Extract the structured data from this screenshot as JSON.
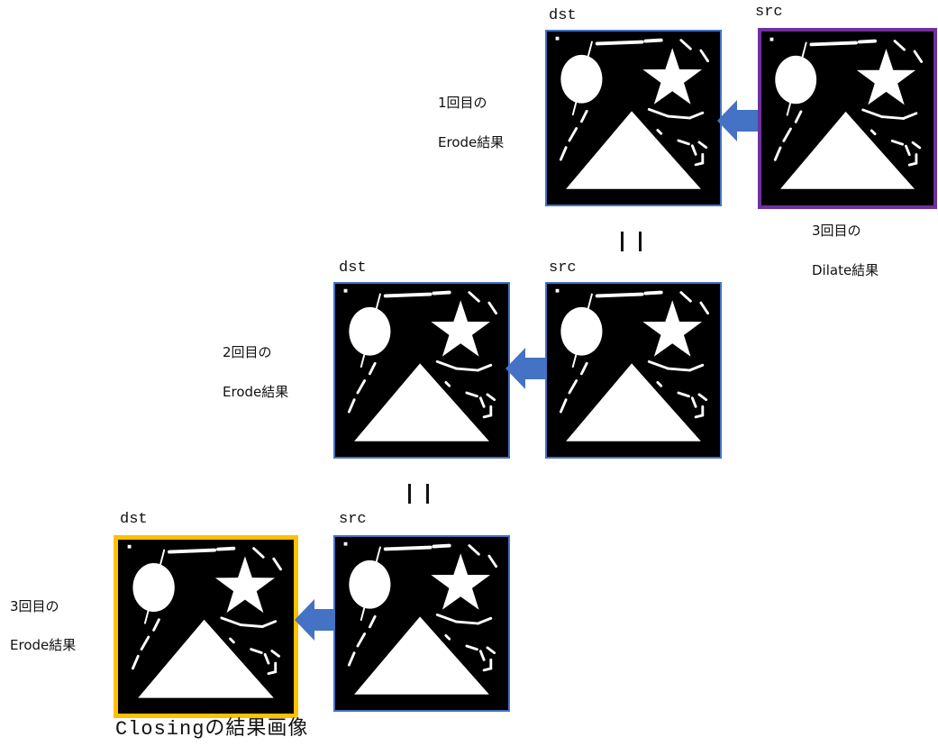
{
  "labels": {
    "dst": "dst",
    "src": "src",
    "erode_1_line1": "1回目の",
    "erode_1_line2": "Erode結果",
    "erode_2_line1": "2回目の",
    "erode_2_line2": "Erode結果",
    "erode_3_line1": "3回目の",
    "erode_3_line2": "Erode結果",
    "dilate_3_line1": "3回目の",
    "dilate_3_line2": "Dilate結果",
    "caption": "Closingの結果画像"
  },
  "colors": {
    "panel_border": "#4472c4",
    "dilate_border": "#7030a0",
    "result_border": "#ffc000",
    "arrow": "#4472c4",
    "image_background": "#000000",
    "shapes": "#ffffff"
  },
  "panel_image_content": [
    "circle",
    "star",
    "triangle",
    "line-fragments"
  ]
}
